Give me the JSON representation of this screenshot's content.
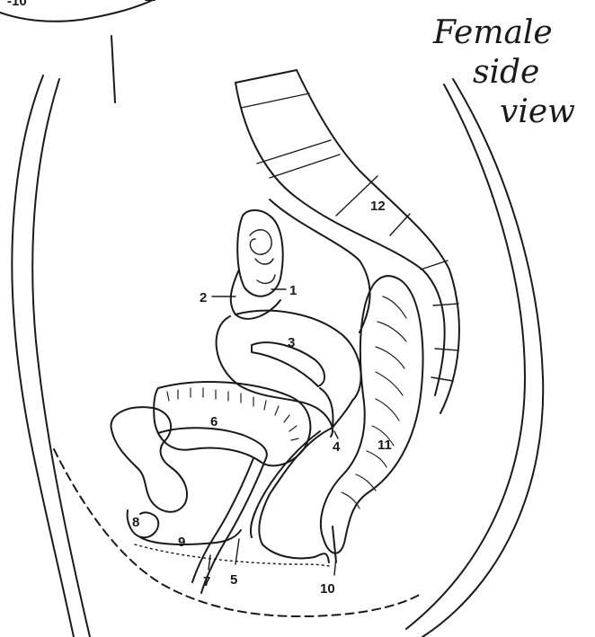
{
  "title": {
    "line1": "Female",
    "line2": "side",
    "line3": "view"
  },
  "labels": {
    "l1": "1",
    "l2": "2",
    "l3": "3",
    "l4": "4",
    "l5": "5",
    "l6": "6",
    "l7": "7",
    "l8": "8",
    "l9": "9",
    "l10": "10",
    "l11": "11",
    "l12": "12"
  },
  "colors": {
    "ink": "#1a1a1a",
    "paper": "#ffffff"
  }
}
